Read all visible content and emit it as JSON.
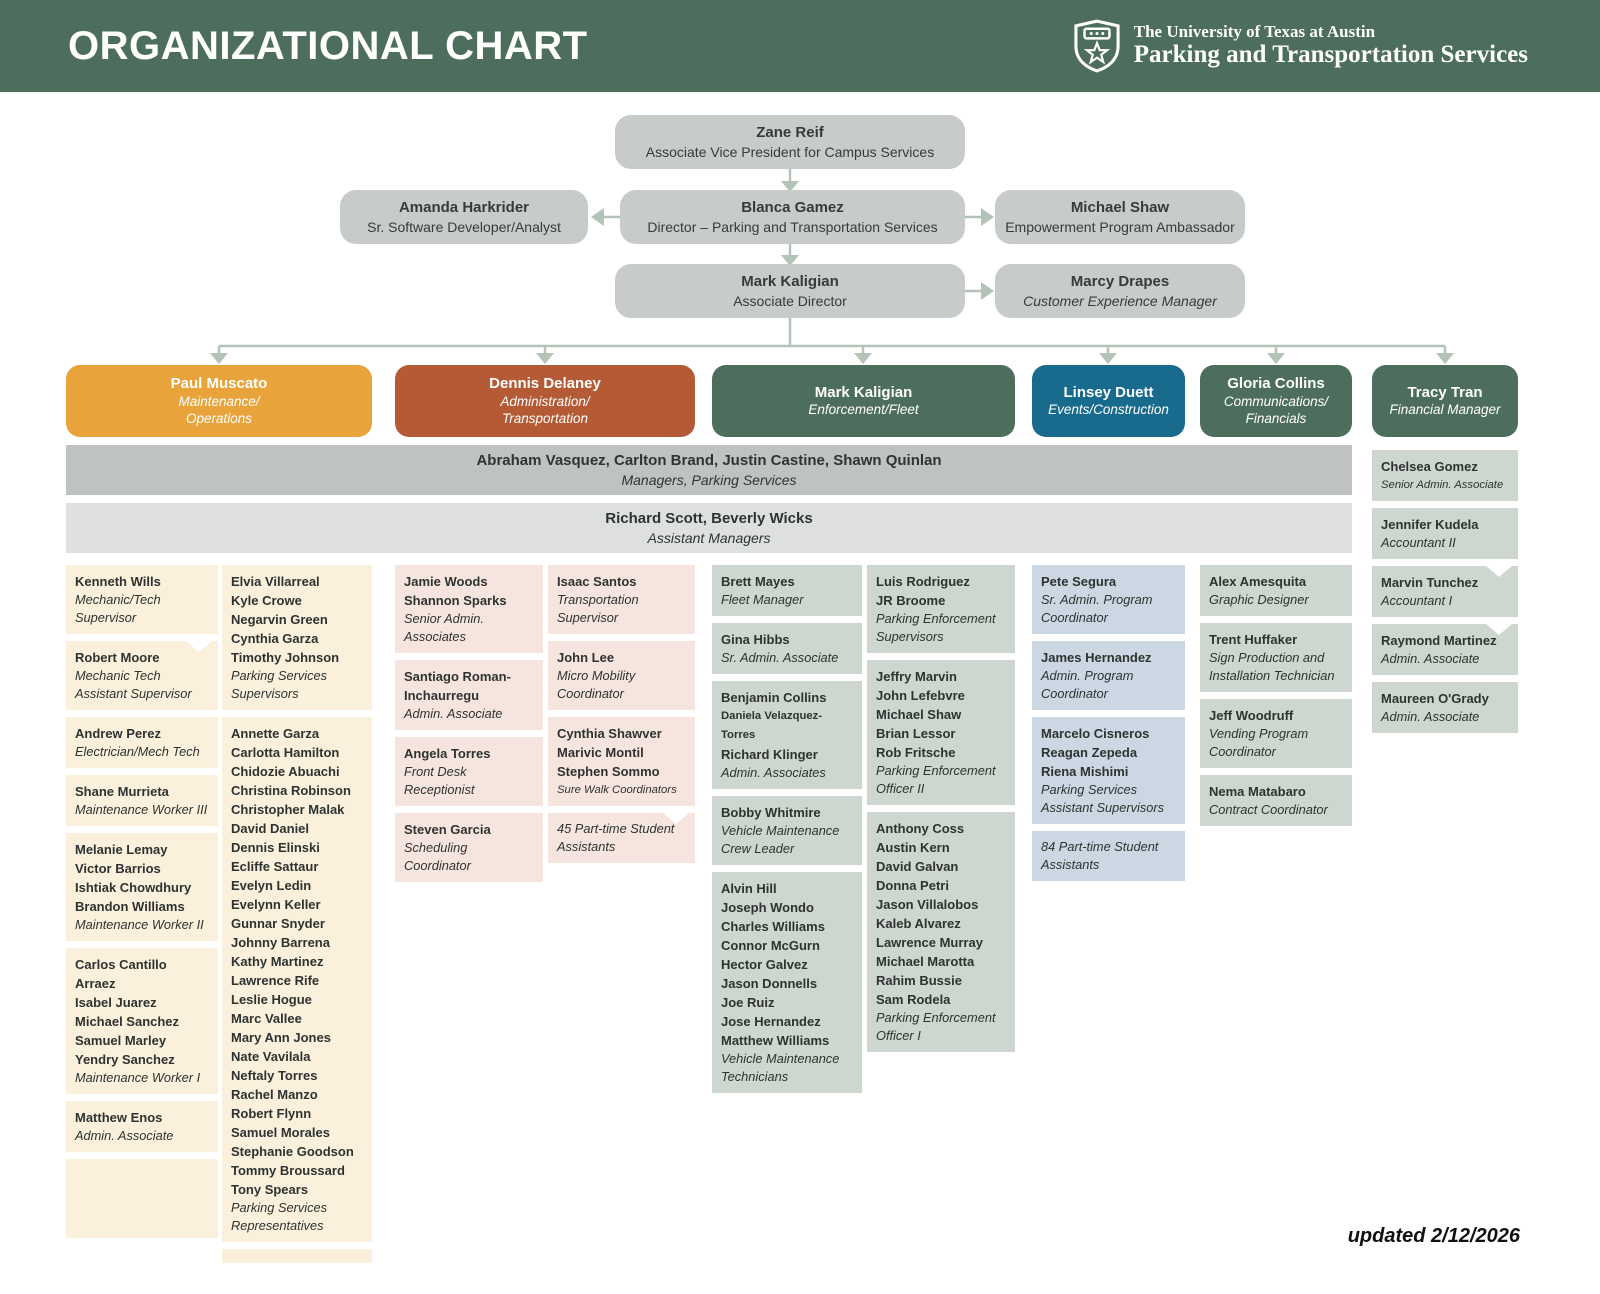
{
  "header": {
    "title": "ORGANIZATIONAL CHART",
    "logo_line1": "The University of Texas at Austin",
    "logo_line2": "Parking and Transportation Services"
  },
  "top": {
    "zane": {
      "name": "Zane Reif",
      "role": "Associate Vice President for Campus Services"
    },
    "amanda": {
      "name": "Amanda Harkrider",
      "role": "Sr. Software Developer/Analyst"
    },
    "blanca": {
      "name": "Blanca Gamez",
      "role": "Director – Parking and Transportation Services"
    },
    "michael": {
      "name": "Michael Shaw",
      "role": "Empowerment Program Ambassador"
    },
    "mark": {
      "name": "Mark Kaligian",
      "role": "Associate Director"
    },
    "marcy": {
      "name": "Marcy Drapes",
      "role": "Customer Experience Manager"
    }
  },
  "departments": [
    {
      "name": "Paul Muscato",
      "role": "Maintenance/\nOperations",
      "color": "#E8A33B"
    },
    {
      "name": "Dennis Delaney",
      "role": "Administration/\nTransportation",
      "color": "#B45B36"
    },
    {
      "name": "Mark Kaligian",
      "role": "Enforcement/Fleet",
      "color": "#4D6E5D"
    },
    {
      "name": "Linsey Duett",
      "role": "Events/Construction",
      "color": "#196B8E"
    },
    {
      "name": "Gloria Collins",
      "role": "Communications/\nFinancials",
      "color": "#4D6E5D"
    },
    {
      "name": "Tracy Tran",
      "role": "Financial Manager",
      "color": "#4D6E5D"
    }
  ],
  "bars": [
    {
      "names": "Abraham Vasquez, Carlton Brand, Justin Castine, Shawn Quinlan",
      "role": "Managers, Parking Services"
    },
    {
      "names": "Richard Scott, Beverly Wicks",
      "role": "Assistant Managers"
    }
  ],
  "columns": [
    {
      "id": "maintenance-1",
      "tint": "#FAF0DC",
      "boxes": [
        {
          "names": [
            "Kenneth Wills"
          ],
          "role": "Mechanic/Tech Supervisor"
        },
        {
          "names": [
            "Robert Moore"
          ],
          "role": "Mechanic Tech Assistant Supervisor",
          "notch": true
        },
        {
          "names": [
            "Andrew Perez"
          ],
          "role": "Electrician/Mech Tech"
        },
        {
          "names": [
            "Shane Murrieta"
          ],
          "role": "Maintenance Worker III"
        },
        {
          "names": [
            "Melanie Lemay",
            "Victor Barrios",
            "Ishtiak Chowdhury",
            "Brandon Williams"
          ],
          "role": "Maintenance Worker II"
        },
        {
          "names": [
            "Carlos Cantillo Arraez",
            "Isabel Juarez",
            "Michael Sanchez",
            "Samuel Marley",
            "Yendry Sanchez"
          ],
          "role": "Maintenance Worker I"
        },
        {
          "names": [
            "Matthew Enos"
          ],
          "role": "Admin. Associate"
        }
      ]
    },
    {
      "id": "maintenance-2",
      "tint": "#FAF0DC",
      "boxes": [
        {
          "names": [
            "Elvia Villarreal",
            "Kyle Crowe",
            "Negarvin Green",
            "Cynthia Garza",
            "Timothy Johnson"
          ],
          "role": "Parking Services Supervisors"
        },
        {
          "names": [
            "Annette Garza",
            "Carlotta Hamilton",
            "Chidozie Abuachi",
            "Christina Robinson",
            "Christopher Malak",
            "David Daniel",
            "Dennis Elinski",
            "Ecliffe Sattaur",
            "Evelyn Ledin",
            "Evelynn Keller",
            "Gunnar Snyder",
            "Johnny Barrena",
            "Kathy Martinez",
            "Lawrence Rife",
            "Leslie Hogue",
            "Marc Vallee",
            "Mary Ann Jones",
            "Nate Vavilala",
            "Neftaly Torres",
            "Rachel Manzo",
            "Robert Flynn",
            "Samuel Morales",
            "Stephanie Goodson",
            "Tommy Broussard",
            "Tony Spears"
          ],
          "role": "Parking Services Representatives"
        }
      ]
    },
    {
      "id": "admin-transport-1",
      "tint": "#F6E5DF",
      "boxes": [
        {
          "names": [
            "Jamie Woods",
            "Shannon Sparks"
          ],
          "role": "Senior Admin. Associates"
        },
        {
          "names": [
            "Santiago Roman-\nInchaurregu"
          ],
          "role": "Admin. Associate"
        },
        {
          "names": [
            "Angela Torres"
          ],
          "role": "Front Desk Receptionist"
        },
        {
          "names": [
            "Steven Garcia"
          ],
          "role": "Scheduling Coordinator"
        }
      ]
    },
    {
      "id": "admin-transport-2",
      "tint": "#F6E5DF",
      "boxes": [
        {
          "names": [
            "Isaac Santos"
          ],
          "role": "Transportation Supervisor"
        },
        {
          "names": [
            "John Lee"
          ],
          "role": "Micro Mobility Coordinator"
        },
        {
          "names": [
            "Cynthia Shawver",
            "Marivic Montil",
            "Stephen Sommo"
          ],
          "role": "Sure Walk Coordinators",
          "small_role": true
        },
        {
          "names": [],
          "role": "45 Part-time Student Assistants",
          "notch": true
        }
      ]
    },
    {
      "id": "enforcement-fleet-1",
      "tint": "#CDD6CF",
      "boxes": [
        {
          "names": [
            "Brett Mayes"
          ],
          "role": "Fleet Manager"
        },
        {
          "names": [
            "Gina Hibbs"
          ],
          "role": "Sr. Admin. Associate"
        },
        {
          "names": [
            "Benjamin Collins",
            "Daniela Velazquez-Torres",
            "Richard Klinger"
          ],
          "role": "Admin. Associates"
        },
        {
          "names": [
            "Bobby Whitmire"
          ],
          "role": "Vehicle Maintenance Crew Leader"
        },
        {
          "names": [
            "Alvin Hill",
            "Joseph Wondo",
            "Charles Williams",
            "Connor McGurn",
            "Hector Galvez",
            "Jason Donnells",
            "Joe Ruiz",
            "Jose Hernandez",
            "Matthew Williams"
          ],
          "role": "Vehicle Maintenance Technicians"
        }
      ]
    },
    {
      "id": "enforcement-fleet-2",
      "tint": "#CDD6CF",
      "boxes": [
        {
          "names": [
            "Luis Rodriguez",
            "JR Broome"
          ],
          "role": "Parking Enforcement Supervisors"
        },
        {
          "names": [
            "Jeffry Marvin",
            "John Lefebvre",
            "Michael Shaw",
            "Brian Lessor",
            "Rob Fritsche"
          ],
          "role": "Parking Enforcement Officer II"
        },
        {
          "names": [
            "Anthony Coss",
            "Austin Kern",
            "David Galvan",
            "Donna Petri",
            "Jason Villalobos",
            "Kaleb Alvarez",
            "Lawrence Murray",
            "Michael Marotta",
            "Rahim Bussie",
            "Sam Rodela"
          ],
          "role": "Parking Enforcement Officer I"
        }
      ]
    },
    {
      "id": "events-construction",
      "tint": "#CBD8E3",
      "boxes": [
        {
          "names": [
            "Pete Segura"
          ],
          "role": "Sr. Admin. Program Coordinator"
        },
        {
          "names": [
            "James Hernandez"
          ],
          "role": "Admin. Program Coordinator"
        },
        {
          "names": [
            "Marcelo Cisneros",
            "Reagan Zepeda",
            "Riena Mishimi"
          ],
          "role": "Parking Services Assistant Supervisors"
        },
        {
          "names": [],
          "role": "84 Part-time Student Assistants"
        }
      ]
    },
    {
      "id": "communications-financials",
      "tint": "#CDD6CF",
      "boxes": [
        {
          "names": [
            "Alex Amesquita"
          ],
          "role": "Graphic Designer"
        },
        {
          "names": [
            "Trent Huffaker"
          ],
          "role": "Sign Production and Installation Technician"
        },
        {
          "names": [
            "Jeff Woodruff"
          ],
          "role": "Vending Program Coordinator"
        },
        {
          "names": [
            "Nema Matabaro"
          ],
          "role": "Contract Coordinator"
        }
      ]
    },
    {
      "id": "financial",
      "tint": "#CDD6CF",
      "boxes": [
        {
          "names": [
            "Chelsea Gomez"
          ],
          "role": "Senior Admin. Associate",
          "small_role": true
        },
        {
          "names": [
            "Jennifer Kudela"
          ],
          "role": "Accountant II"
        },
        {
          "names": [
            "Marvin Tunchez"
          ],
          "role": "Accountant I",
          "notch": true
        },
        {
          "names": [
            "Raymond Martinez"
          ],
          "role": "Admin. Associate",
          "notch": true
        },
        {
          "names": [
            "Maureen O'Grady"
          ],
          "role": "Admin. Associate"
        }
      ]
    }
  ],
  "footer": {
    "updated": "updated 2/12/2026"
  },
  "colors": {
    "header_green": "#4D6E5D",
    "gray_box": "#C8CCC9",
    "bar_dark": "#BFC3C0",
    "bar_light": "#DEE0DD",
    "arrow": "#B3C3B8"
  }
}
